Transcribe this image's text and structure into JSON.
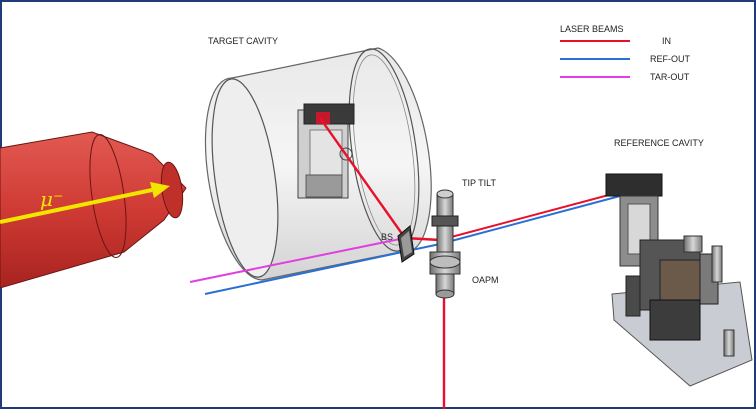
{
  "labels": {
    "target_cavity": "TARGET CAVITY",
    "reference_cavity": "REFERENCE CAVITY",
    "tip_tilt": "TIP TILT",
    "bs": "BS",
    "oapm": "OAPM",
    "muon": "μ⁻"
  },
  "legend": {
    "title": "LASER BEAMS",
    "items": [
      {
        "label": "IN",
        "color": "#e8102a"
      },
      {
        "label": "REF-OUT",
        "color": "#2a6fd6"
      },
      {
        "label": "TAR-OUT",
        "color": "#e040e0"
      }
    ]
  },
  "colors": {
    "beam_in": "#e8102a",
    "beam_ref": "#2a6fd6",
    "beam_tar": "#e040e0",
    "muon_beam": "#d7332f",
    "muon_arrow": "#f2e600",
    "border": "#1f3b78"
  }
}
